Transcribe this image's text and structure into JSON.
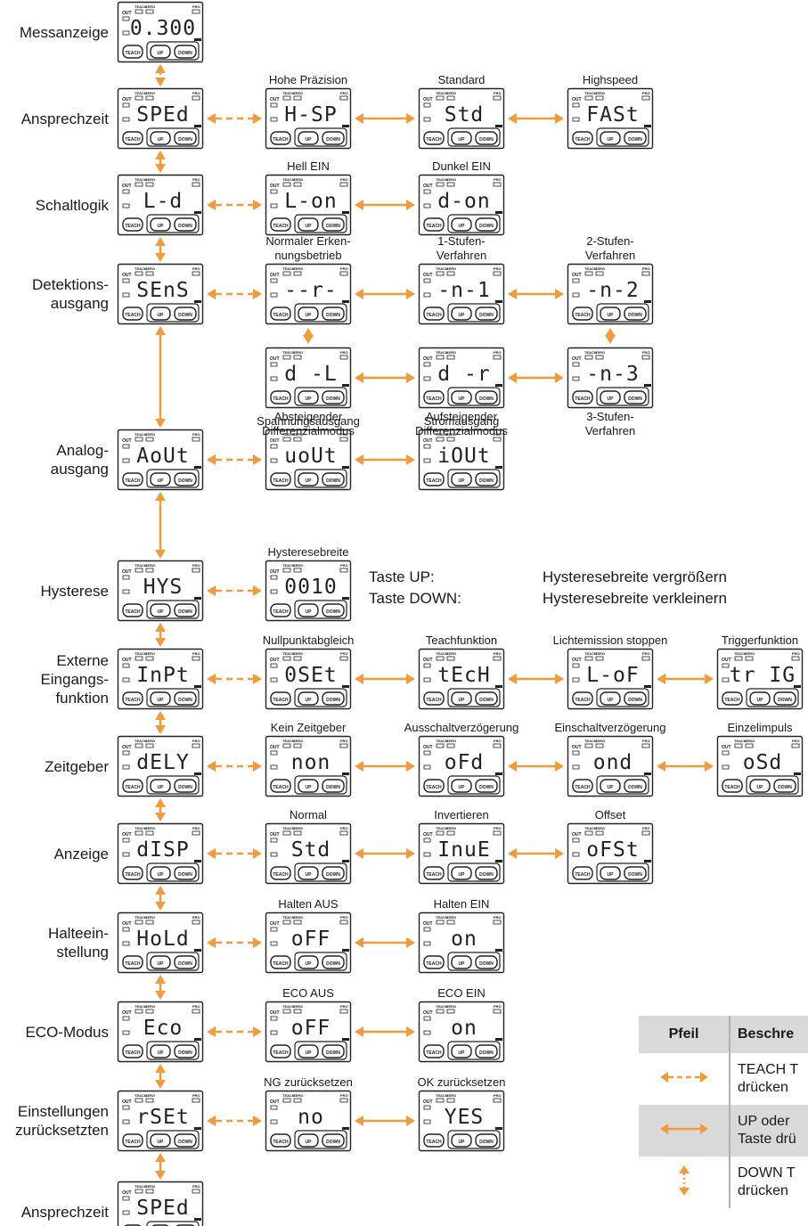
{
  "colors": {
    "arrow": "#f39a3a",
    "lcd_text": "#222222",
    "legend_shade": "#d9d9d9"
  },
  "rows": [
    {
      "id": "r0",
      "label": [
        "Messanzeige"
      ],
      "display": "0.300",
      "options": []
    },
    {
      "id": "r1",
      "label": [
        "Ansprechzeit"
      ],
      "display": "SPEd",
      "options": [
        {
          "label": [
            "Hohe Präzision"
          ],
          "display": "H-SP"
        },
        {
          "label": [
            "Standard"
          ],
          "display": "Std"
        },
        {
          "label": [
            "Highspeed"
          ],
          "display": "FASt"
        }
      ]
    },
    {
      "id": "r2",
      "label": [
        "Schaltlogik"
      ],
      "display": "L-d",
      "options": [
        {
          "label": [
            "Hell EIN"
          ],
          "display": "L-on"
        },
        {
          "label": [
            "Dunkel EIN"
          ],
          "display": "d-on"
        }
      ]
    },
    {
      "id": "r3",
      "label": [
        "Detektions-",
        "ausgang"
      ],
      "display": "SEnS",
      "options": [
        {
          "label": [
            "Normaler Erken-",
            "nungsbetrieb"
          ],
          "display": "--r-"
        },
        {
          "label": [
            "1-Stufen-",
            "Verfahren"
          ],
          "display": "-n-1"
        },
        {
          "label": [
            "2-Stufen-",
            "Verfahren"
          ],
          "display": "-n-2"
        }
      ],
      "sub_options": [
        {
          "label": [
            "Absteigender",
            "Differenzialmodus"
          ],
          "display": "d -L"
        },
        {
          "label": [
            "Aufsteigender",
            "Differenzialmodus"
          ],
          "display": "d -r"
        },
        {
          "label": [
            "3-Stufen-",
            "Verfahren"
          ],
          "display": "-n-3"
        }
      ]
    },
    {
      "id": "r4",
      "label": [
        "Analog-",
        "ausgang"
      ],
      "display": "AoUt",
      "options": [
        {
          "label": [
            "Spannungsausgang"
          ],
          "display": "uoUt"
        },
        {
          "label": [
            "Stromausgang"
          ],
          "display": "iOUt"
        }
      ]
    },
    {
      "id": "r5",
      "label": [
        "Hysterese"
      ],
      "display": "HYS",
      "options": [
        {
          "label": [
            "Hysteresebreite"
          ],
          "display": "0010"
        }
      ],
      "keys": [
        {
          "key": "Taste UP:",
          "action": "Hysteresebreite vergrößern"
        },
        {
          "key": "Taste DOWN:",
          "action": "Hysteresebreite verkleinern"
        }
      ]
    },
    {
      "id": "r6",
      "label": [
        "Externe",
        "Eingangs-",
        "funktion"
      ],
      "display": "InPt",
      "options": [
        {
          "label": [
            "Nullpunktabgleich"
          ],
          "display": "0SEt"
        },
        {
          "label": [
            "Teachfunktion"
          ],
          "display": "tEcH"
        },
        {
          "label": [
            "Lichtemission stoppen"
          ],
          "display": "L-oF"
        },
        {
          "label": [
            "Triggerfunktion"
          ],
          "display": "tr IG"
        }
      ]
    },
    {
      "id": "r7",
      "label": [
        "Zeitgeber"
      ],
      "display": "dELY",
      "options": [
        {
          "label": [
            "Kein Zeitgeber"
          ],
          "display": "non"
        },
        {
          "label": [
            "Ausschaltverzögerung"
          ],
          "display": "oFd"
        },
        {
          "label": [
            "Einschaltverzögerung"
          ],
          "display": "ond"
        },
        {
          "label": [
            "Einzelimpuls"
          ],
          "display": "oSd"
        }
      ]
    },
    {
      "id": "r8",
      "label": [
        "Anzeige"
      ],
      "display": "dISP",
      "options": [
        {
          "label": [
            "Normal"
          ],
          "display": "Std"
        },
        {
          "label": [
            "Invertieren"
          ],
          "display": "InuE"
        },
        {
          "label": [
            "Offset"
          ],
          "display": "oFSt"
        }
      ]
    },
    {
      "id": "r9",
      "label": [
        "Halteein-",
        "stellung"
      ],
      "display": "HoLd",
      "options": [
        {
          "label": [
            "Halten AUS"
          ],
          "display": "oFF"
        },
        {
          "label": [
            "Halten EIN"
          ],
          "display": "on"
        }
      ]
    },
    {
      "id": "r10",
      "label": [
        "ECO-Modus"
      ],
      "display": "Eco",
      "options": [
        {
          "label": [
            "ECO AUS"
          ],
          "display": "oFF"
        },
        {
          "label": [
            "ECO EIN"
          ],
          "display": "on"
        }
      ]
    },
    {
      "id": "r11",
      "label": [
        "Einstellungen",
        "zurücksetzten"
      ],
      "display": "rSEt",
      "options": [
        {
          "label": [
            "NG zurücksetzen"
          ],
          "display": "no"
        },
        {
          "label": [
            "OK zurücksetzen"
          ],
          "display": "YES"
        }
      ]
    },
    {
      "id": "r12",
      "label": [
        "Ansprechzeit"
      ],
      "display": "SPEd",
      "options": []
    }
  ],
  "lcd_labels": {
    "out": "OUT",
    "teach": "TEACH",
    "zero": "ZERO",
    "pro": "PRO",
    "btn_teach": "TEACH",
    "btn_up": "UP",
    "btn_down": "DOWN"
  },
  "legend": {
    "header_arrow": "Pfeil",
    "header_desc": "Beschre",
    "rows": [
      {
        "type": "dashed",
        "desc": [
          "TEACH T",
          "drücken"
        ]
      },
      {
        "type": "solid",
        "desc": [
          "UP oder",
          "Taste drü"
        ]
      },
      {
        "type": "dotted",
        "desc": [
          "DOWN T",
          "drücken"
        ]
      }
    ]
  }
}
